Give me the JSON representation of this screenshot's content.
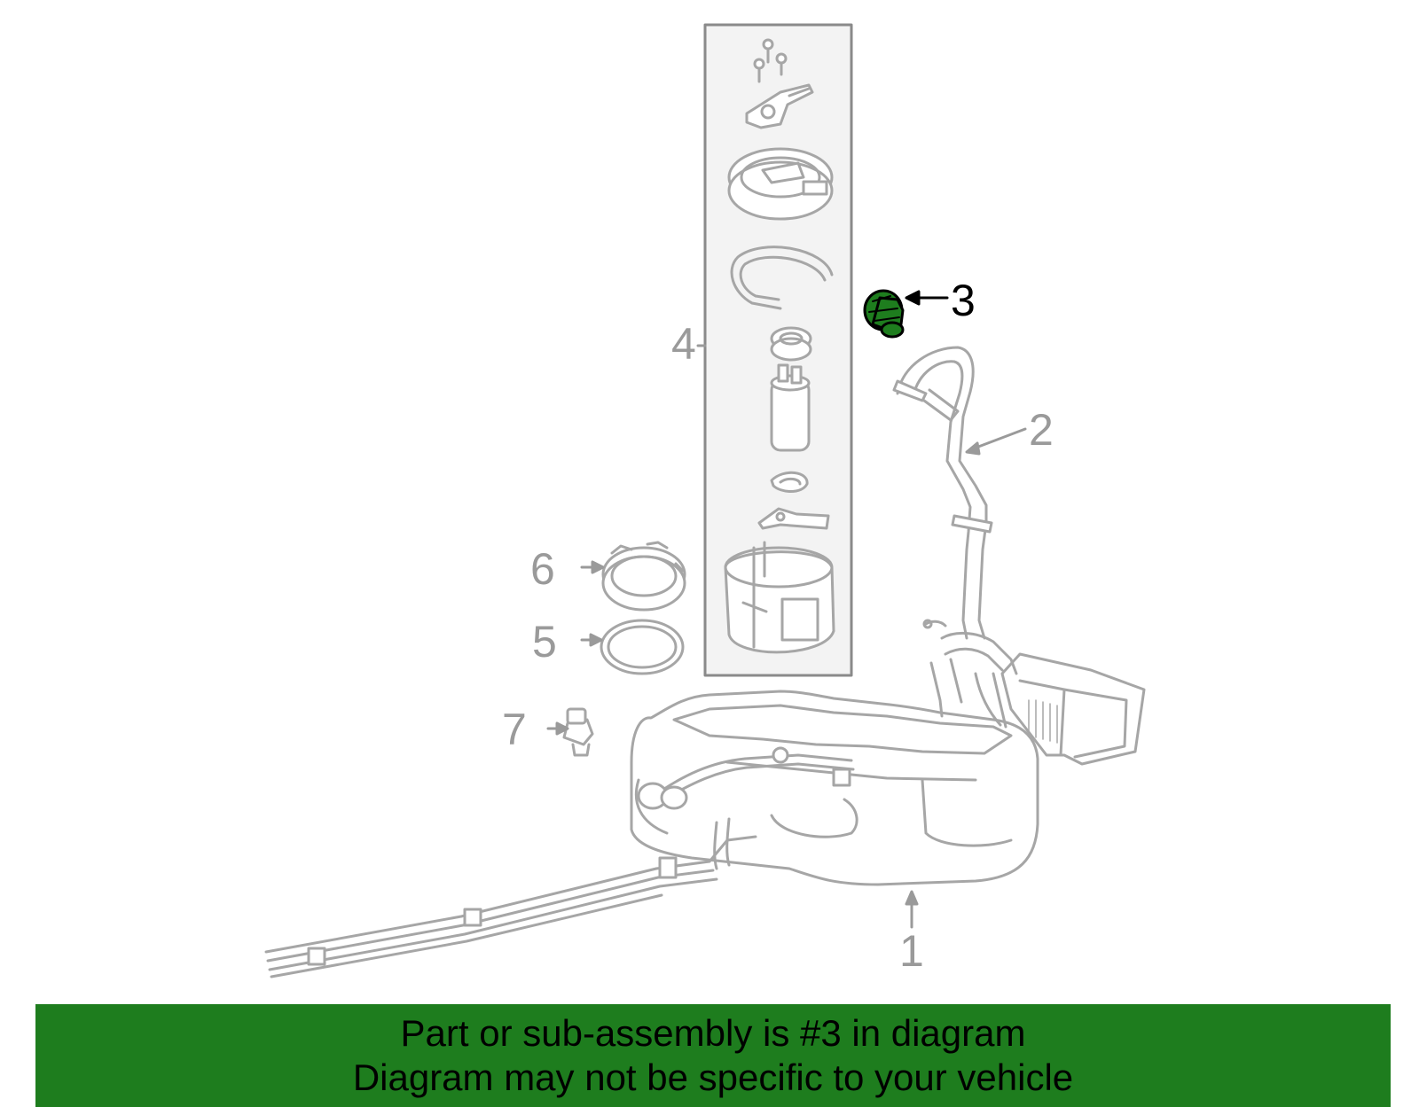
{
  "callouts": {
    "c1": "1",
    "c2": "2",
    "c3": "3",
    "c4": "4",
    "c5": "5",
    "c6": "6",
    "c7": "7"
  },
  "highlighted_part": "3",
  "colors": {
    "line_gray": "#a6a6a6",
    "highlight_green": "#1e7d1e",
    "banner_green": "#1e7d1e",
    "box_fill": "#f3f3f3"
  },
  "banner": {
    "line1": "Part or sub-assembly is #3 in diagram",
    "line2": "Diagram may not be specific to your vehicle"
  }
}
